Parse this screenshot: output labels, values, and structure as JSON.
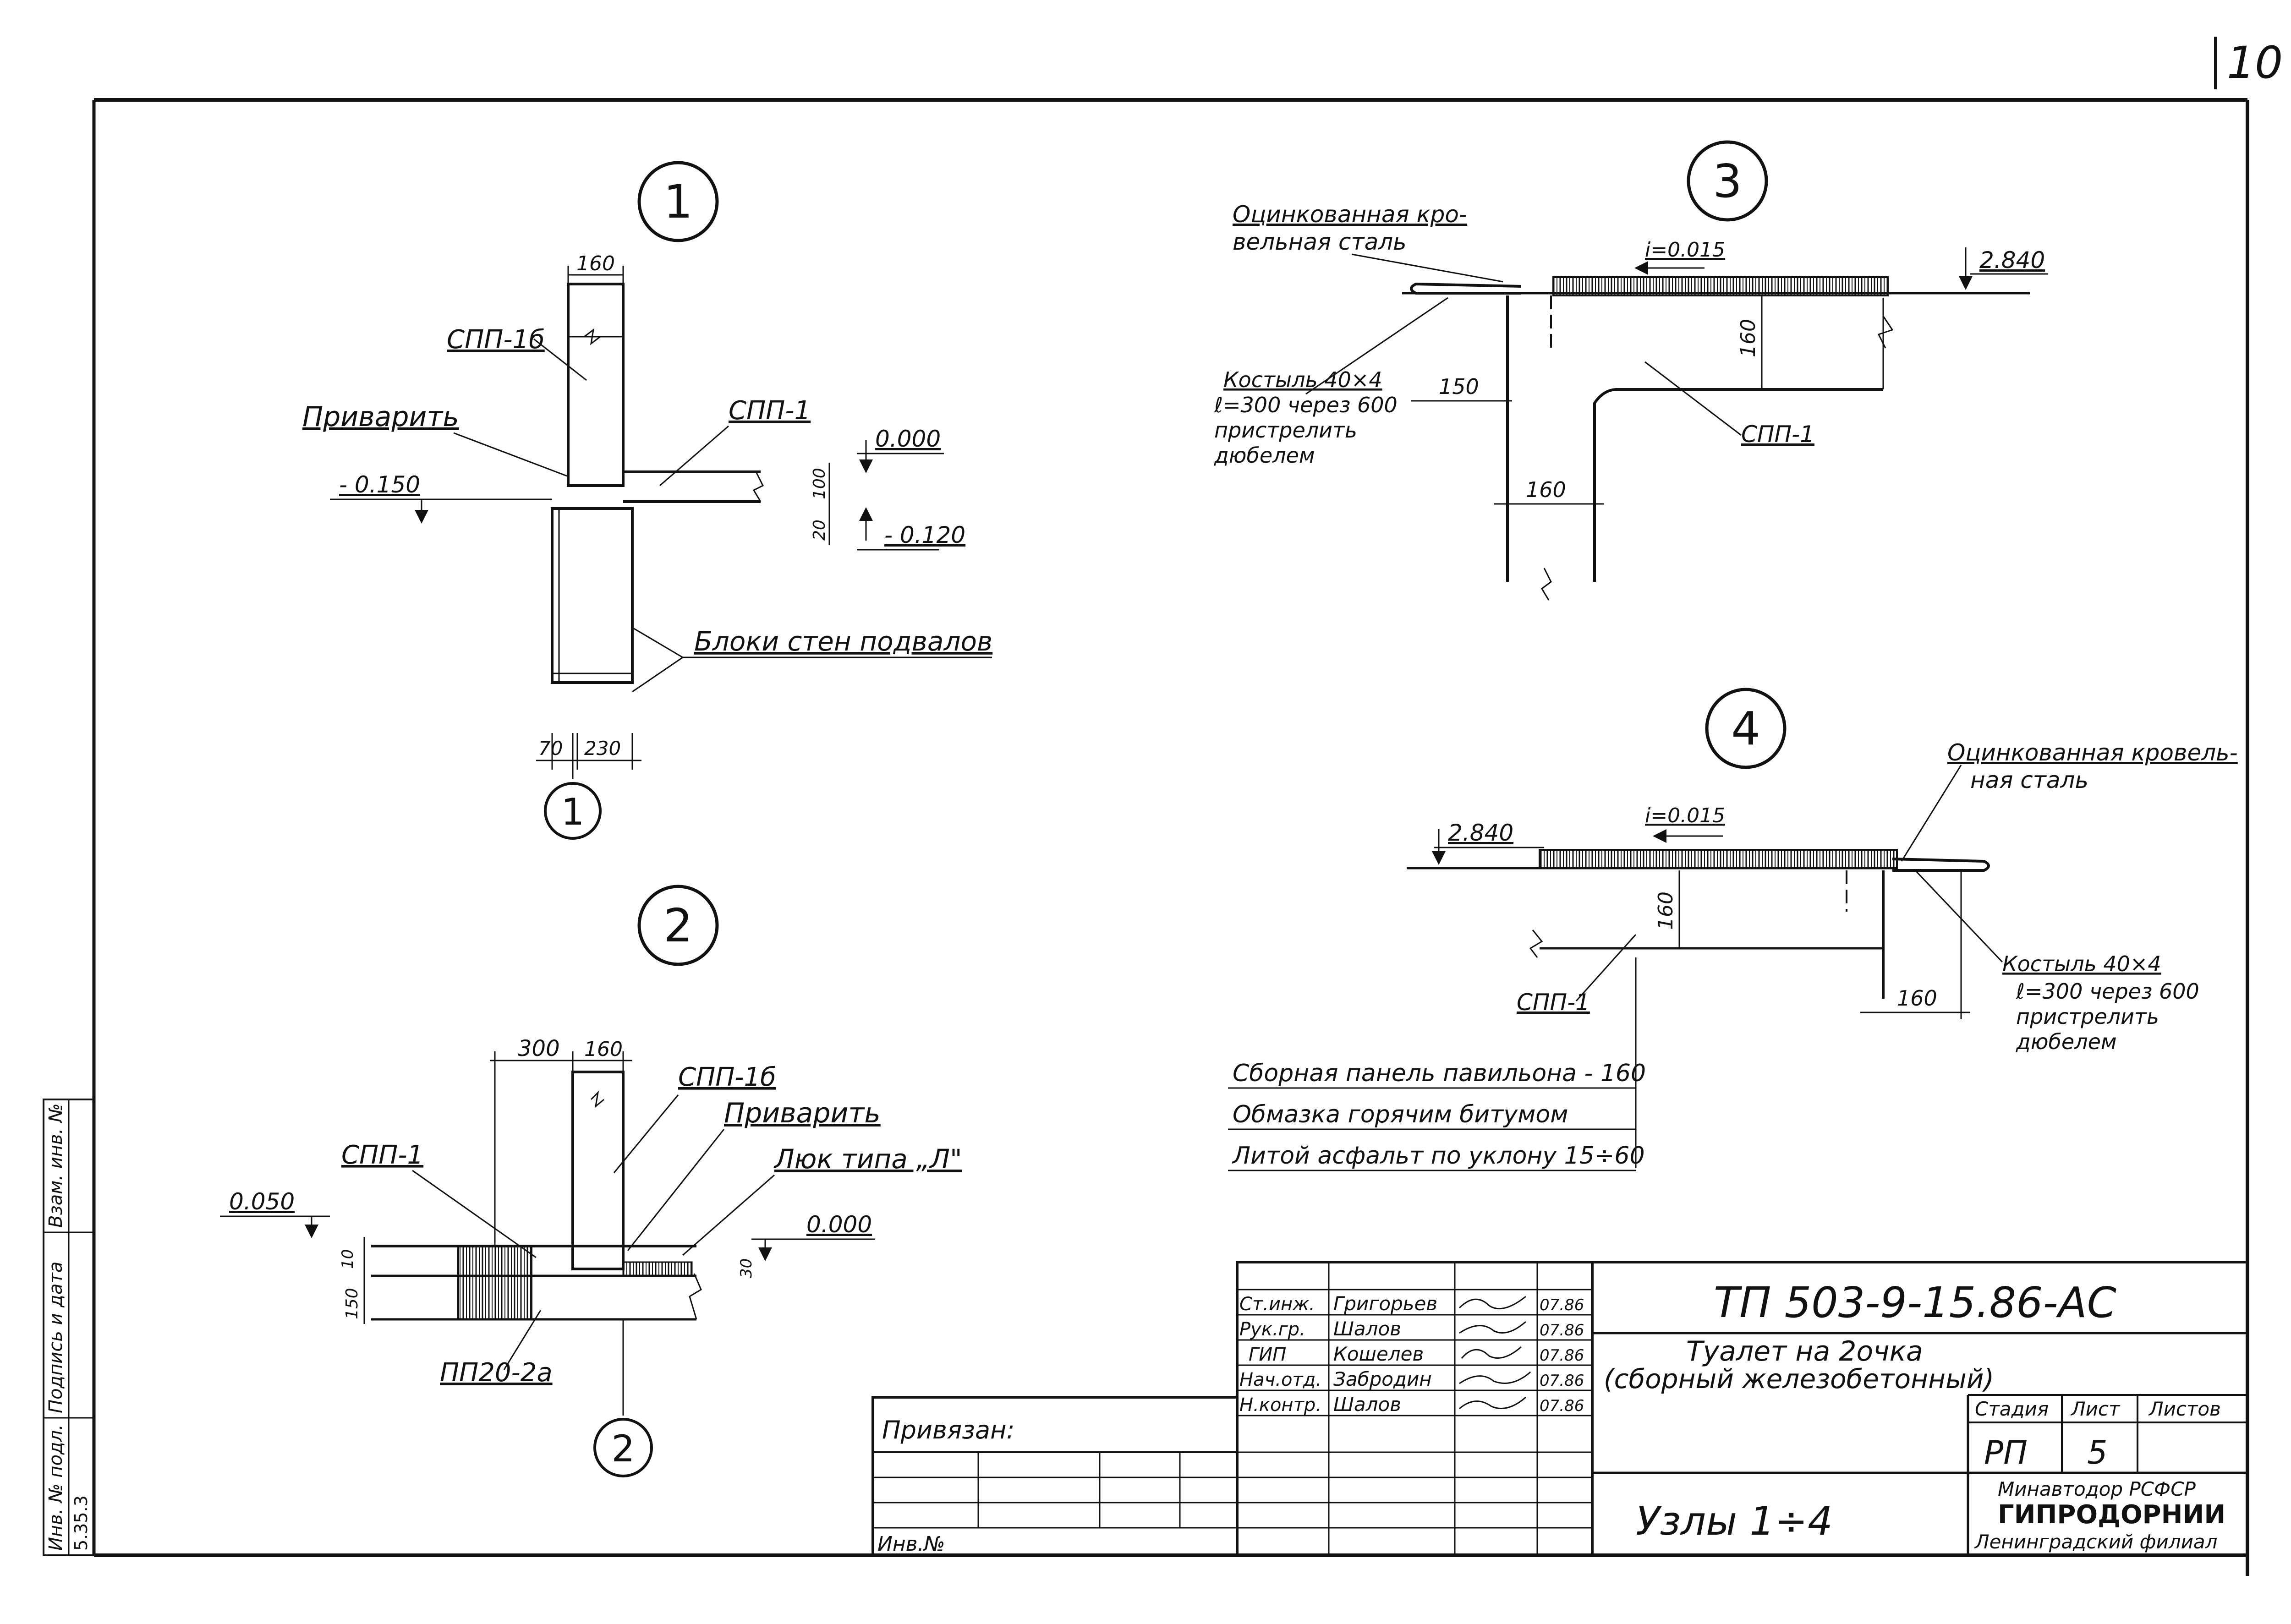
{
  "page_number": "10",
  "stamp": {
    "inv_podl": "Инв. № подл.",
    "podpis_data": "Подпись и дата",
    "vzam_inv": "Взам. инв. №",
    "inv_value": "5.35.3"
  },
  "nodes": {
    "n1": {
      "marker": "1",
      "section_marker": "1",
      "spp1b": "СПП-1б",
      "privarit": "Приварить",
      "spp1": "СПП-1",
      "level_000": "0.000",
      "level_m0150": "- 0.150",
      "level_m0120": "- 0.120",
      "dim_160": "160",
      "dim_100": "100",
      "dim_20": "20",
      "dim_70": "70",
      "dim_230": "230",
      "bloki": "Блоки стен подвалов"
    },
    "n2": {
      "marker": "2",
      "section_marker": "2",
      "spp1b": "СПП-1б",
      "privarit": "Приварить",
      "spp1": "СПП-1",
      "lyuk": "Люк типа „Л\"",
      "pp": "ПП20-2а",
      "level_0050": "0.050",
      "level_000": "0.000",
      "dim_300": "300",
      "dim_160": "160",
      "dim_150": "150",
      "dim_10": "10",
      "dim_30": "30"
    },
    "n3": {
      "marker": "3",
      "ocink_1": "Оцинкованная кро-",
      "ocink_2": "вельная сталь",
      "slope": "i=0.015",
      "level": "2.840",
      "kost_1": "Костыль 40×4",
      "kost_2": "ℓ=300 через 600",
      "kost_3": "пристрелить",
      "kost_4": "дюбелем",
      "dim_150": "150",
      "dim_160_v": "160",
      "dim_160_h": "160",
      "spp1": "СПП-1"
    },
    "n4": {
      "marker": "4",
      "ocink_1": "Оцинкованная кровель-",
      "ocink_2": "ная сталь",
      "slope": "i=0.015",
      "level": "2.840",
      "kost_1": "Костыль 40×4",
      "kost_2": "ℓ=300 через 600",
      "kost_3": "пристрелить",
      "kost_4": "дюбелем",
      "dim_160_v": "160",
      "dim_160_h": "160",
      "spp1": "СПП-1",
      "layers": [
        "Сборная панель павильона - 160",
        "Обмазка горячим битумом",
        "Литой асфальт по уклону 15÷60"
      ]
    }
  },
  "title_block": {
    "code": "ТП 503-9-15.86-АС",
    "title_1": "Туалет на 2очка",
    "title_2": "(сборный железобетонный)",
    "sheet_name": "Узлы 1÷4",
    "org_1": "Минавтодор РСФСР",
    "org_2": "ГИПРОДОРНИИ",
    "org_3": "Ленинградский филиал",
    "stage_label": "Стадия",
    "sheet_label": "Лист",
    "sheets_label": "Листов",
    "stage": "РП",
    "sheet": "5",
    "sheets": "",
    "privyazan": "Привязан:",
    "inv_no": "Инв.№",
    "signatures": [
      {
        "role": "Ст.инж.",
        "name": "Григорьев",
        "date": "07.86"
      },
      {
        "role": "Рук.гр.",
        "name": "Шалов",
        "date": "07.86"
      },
      {
        "role": "ГИП",
        "name": "Кошелев",
        "date": "07.86"
      },
      {
        "role": "Нач.отд.",
        "name": "Забродин",
        "date": "07.86"
      },
      {
        "role": "Н.контр.",
        "name": "Шалов",
        "date": "07.86"
      }
    ]
  }
}
